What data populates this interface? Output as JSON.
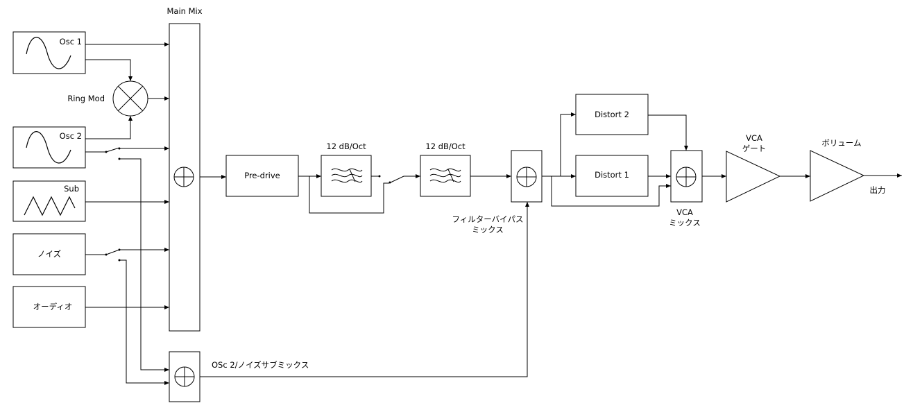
{
  "diagram": {
    "main_mix": "Main Mix",
    "sources": {
      "osc1": "Osc 1",
      "osc2": "Osc 2",
      "sub": "Sub",
      "noise": "ノイズ",
      "audio": "オーディオ"
    },
    "ring_mod": "Ring Mod",
    "pre_drive": "Pre-drive",
    "filter1": "12 dB/Oct",
    "filter2": "12 dB/Oct",
    "filter_bypass_mix": [
      "フィルターバイパス",
      "ミックス"
    ],
    "distort1": "Distort 1",
    "distort2": "Distort 2",
    "vca_mix": [
      "VCA",
      "ミックス"
    ],
    "vca_gate": [
      "VCA",
      "ゲート"
    ],
    "volume": "ボリューム",
    "output": "出力",
    "submix": "OSc 2/ノイズサブミックス"
  }
}
